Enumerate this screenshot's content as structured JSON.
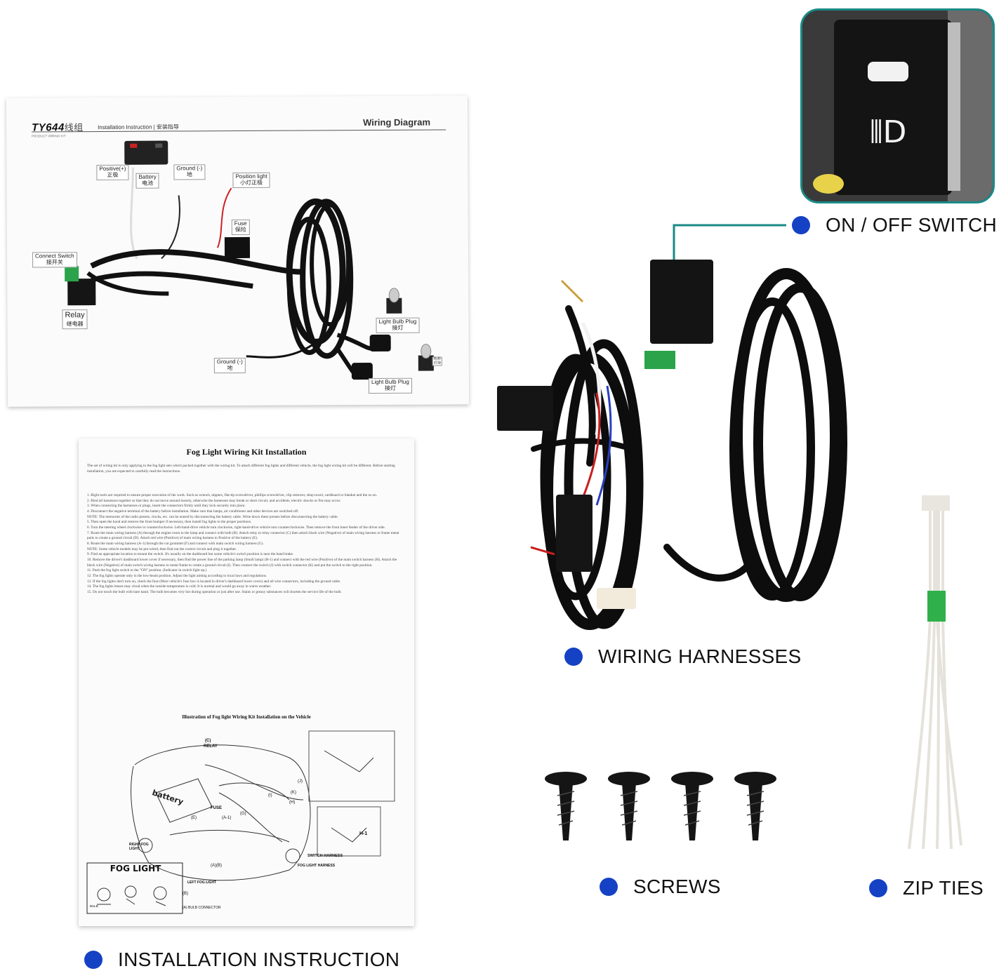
{
  "captions": {
    "switch": "ON / OFF SWITCH",
    "harness": "WIRING HARNESSES",
    "screws": "SCREWS",
    "zipties": "ZIP TIES",
    "instruction": "INSTALLATION INSTRUCTION"
  },
  "diagram": {
    "brand": "TY644",
    "brand_cn": "线组",
    "subtitle": "Installation Instruction",
    "subtitle_cn": "安装指导",
    "kit": "PRODUCT WIRING KIT",
    "title": "Wiring Diagram",
    "labels": {
      "positive": "Positive(+)",
      "positive_cn": "正极",
      "battery": "Battery",
      "battery_cn": "电池",
      "ground": "Ground (-)",
      "ground_cn": "地",
      "position": "Position light",
      "position_cn": "小灯正极",
      "fuse": "Fuse",
      "fuse_cn": "保险",
      "connect": "Connect Switch",
      "connect_cn": "接开关",
      "relay": "Relay",
      "relay_cn": "继电器",
      "bulb_plug_1": "Light Bulb Plug",
      "bulb_plug_1_cn": "接灯",
      "bulb_plug_2": "Light Bulb Plug",
      "bulb_plug_2_cn": "接灯",
      "ground2": "Ground (-)",
      "ground2_cn": "地",
      "bulb": "Bulb",
      "bulb_cn": "灯泡"
    }
  },
  "manual": {
    "title": "Fog Light Wiring Kit Installation",
    "intro": "The set of wiring kit is only applying to the fog light sets which packed together with the wiring kit. To attach different fog lights and different vehicle, the fog light wiring kit will be different. Before starting installation, you are expected to carefully read the instructions.",
    "steps": [
      "1.  Right tools are required to ensure proper execution of the work. Such as wrench, nippers, flat-tip screwdriver, phillips screwdriver, clip remover, shop towel, cardboard or blanket and the so on.",
      "2.  Bind all harnesses together so that they do not move around loosely, otherwise the harnesses may break or short circuit, and accidents, electric shocks or fire may occur.",
      "3.  When connecting the harnesses or plugs, insert the connectors firmly until they lock securely into place.",
      "4.  Disconnect the negative terminal of the battery before installation. Make sure that lamps, air conditioner and other devices are switched off.",
      "NOTE: The memories of the radio presets, clocks, etc. can be erased by disconnecting the battery cable. Write down these presets before disconnecting the battery cable.",
      "5.  Then open the hood and remove the front bumper if necessary, then install fog lights to the proper positions.",
      "6.  Turn the steering wheel clockwise or counterclockwise. Left-hand-drive vehicle turn clockwise, right-hand-drive vehicle turn counterclockwise. Then remove the front inner fender of the driver side.",
      "7.  Route the main wiring harness (A) through the engine room to the lamp and connect with bulb (B). Attach relay to relay connector (C) then attach black wire (Negative) of main wiring harness to frame metal parts to create a ground circuit (D). Attach red wire (Positive) of main wiring harness to Positive of the battery (E).",
      "8.  Route the main wiring harness (A-1) through the cut grommet (F) and connect with main switch wiring harness (G).",
      "NOTE: Some vehicle models may be pre-wired, then find out the correct circuit and plug it together.",
      "9.  Find an appropriate location to mount the switch. It's usually on the dashboard but some vehicle's switch position is near the hand brake.",
      "10. Remove the driver's dashboard lower cover if necessary, then find the power line of the parking lamp (Small lamp) (H-1) and connect with the red wire (Positive) of the main switch harness (H). Attach the black wire (Negative) of main switch wiring harness to metal frame to create a ground circuit (I). Then connect the switch (J) with switch connector (K) and put the switch to the right position.",
      "11. Push the fog light switch to the \"ON\" position. (Indicator in switch light up.)",
      "12. The fog lights operate only in the low-beam position. Adjust the light aiming according to local laws and regulations.",
      "13. If the fog lights don't turn on, check the fuse (Most vehicle's fuse box is located in driver's dashboard lower cover) and all wire connectors, including the ground cable.",
      "14. The fog lights lenses may cloud when the outside temperature is cold. It is normal and would go away in warm weather.",
      "15. Do not touch the bulb with bare hand. The bulb becomes very hot during operation or just after use. Stains or greasy substances will shorten the service life of the bulb."
    ],
    "illustration_title": "Illustration of Fog light Wiring Kit Installation on the Vehicle",
    "fog_light_box": "FOG LIGHT",
    "illus": {
      "battery": "battery",
      "relay": "RELAY",
      "relay_tag": "(C)",
      "fuse": "FUSE",
      "a1": "(A-1)",
      "e": "(E)",
      "g": "(G)",
      "h": "(H)",
      "h1": "H-1",
      "k": "(K)",
      "j": "(J)",
      "i": "(I)",
      "right_fog": "RIGHT FOG LIGHT",
      "left_fog": "LEFT FOG LIGHT",
      "switch_harness": "SWITCH HARNESS",
      "fog_harness": "FOG LIGHT HARNESS",
      "ab": "(A)(B)",
      "b": "(B)",
      "a_bulb": "(A) BULB CONNECTOR",
      "bulb": "BULB"
    }
  },
  "switch_panel": {
    "bg": "#1a1a1a",
    "icon": "fog-light-icon"
  },
  "colors": {
    "dot": "#1541c4",
    "inset_border": "#1a8a86",
    "leader": "#1a8a86"
  }
}
